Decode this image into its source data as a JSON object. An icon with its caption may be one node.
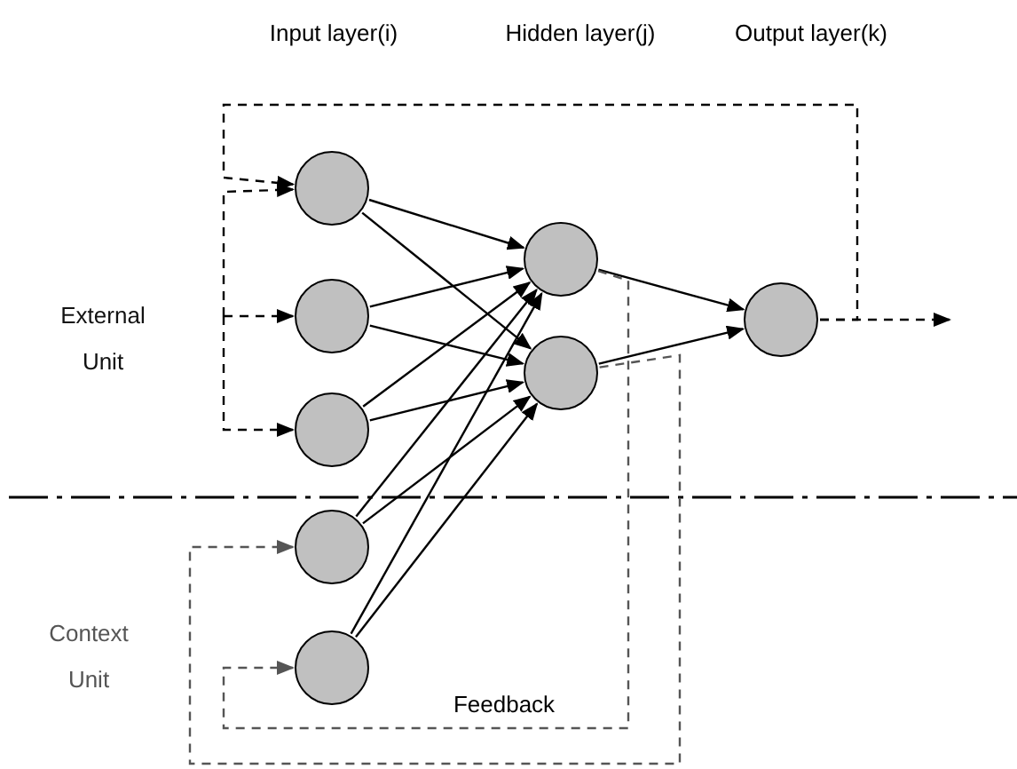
{
  "diagram": {
    "nodes": [
      {
        "text": [],
        "shape": "circle"
      },
      {
        "text": [],
        "shape": "circle"
      },
      {
        "text": [],
        "shape": "circle"
      },
      {
        "text": [],
        "shape": "circle"
      },
      {
        "text": [],
        "shape": "circle"
      },
      {
        "text": [],
        "shape": "circle"
      },
      {
        "text": [],
        "shape": "circle"
      },
      {
        "text": [],
        "shape": "circle"
      }
    ],
    "edges": [
      {
        "from": 0,
        "to": 5,
        "arrow": "to"
      },
      {
        "from": 0,
        "to": 6,
        "arrow": "to"
      },
      {
        "from": 1,
        "to": 5,
        "arrow": "to"
      },
      {
        "from": 1,
        "to": 6,
        "arrow": "to"
      },
      {
        "from": 2,
        "to": 5,
        "arrow": "to"
      },
      {
        "from": 2,
        "to": 6,
        "arrow": "to"
      },
      {
        "from": 3,
        "to": 5,
        "arrow": "to"
      },
      {
        "from": 3,
        "to": 6,
        "arrow": "to"
      },
      {
        "from": 4,
        "to": 5,
        "arrow": "to"
      },
      {
        "from": 4,
        "to": 6,
        "arrow": "to"
      },
      {
        "from": 5,
        "to": 7,
        "arrow": "to"
      },
      {
        "from": 6,
        "to": 7,
        "arrow": "to"
      },
      {
        "from": 7,
        "to": null,
        "arrow": "to",
        "style": "dashed"
      },
      {
        "from": 7,
        "to": 0,
        "arrow": "to",
        "style": "dashed"
      },
      {
        "from": null,
        "to": 0,
        "arrow": "to",
        "style": "dashed"
      },
      {
        "from": null,
        "to": 1,
        "arrow": "to",
        "style": "dashed"
      },
      {
        "from": null,
        "to": 2,
        "arrow": "to",
        "style": "dashed"
      },
      {
        "from": 5,
        "to": 4,
        "arrow": "to",
        "style": "dashed",
        "color": "#555555"
      },
      {
        "from": 6,
        "to": 3,
        "arrow": "to",
        "style": "dashed",
        "color": "#555555"
      }
    ],
    "labels": [
      "Input layer(i)",
      "Hidden layer(j)",
      "Output layer(k)",
      "External Unit",
      "Context Unit",
      "Feedback"
    ]
  }
}
